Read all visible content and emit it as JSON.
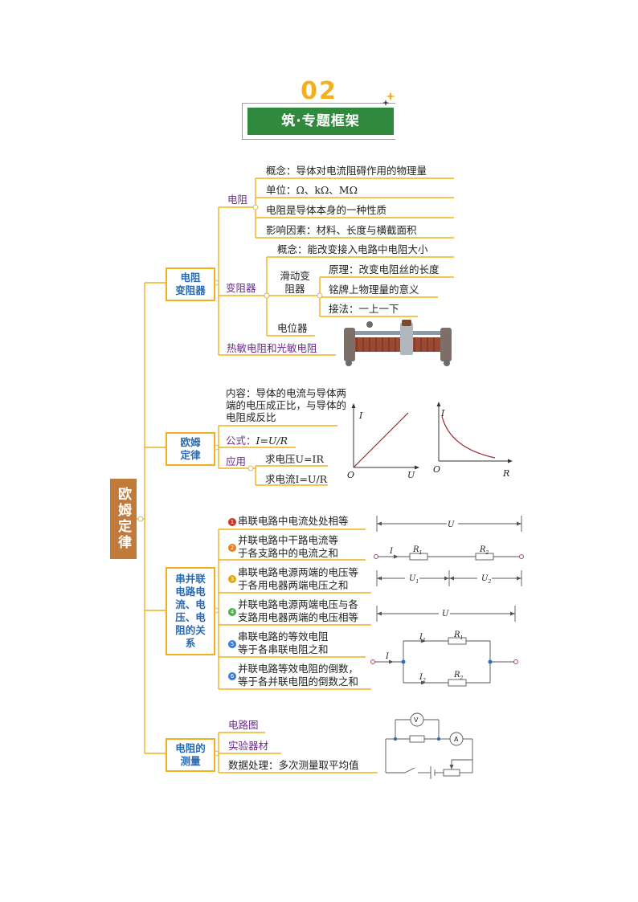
{
  "header": {
    "number": "02",
    "banner": "筑·专题框架"
  },
  "root": "欧姆定律",
  "branches": {
    "resistance": {
      "box": "电阻\n变阻器",
      "resistor": {
        "label": "电阻",
        "items": [
          "概念：导体对电流阻碍作用的物理量",
          "单位：Ω、kΩ、MΩ",
          "电阻是导体本身的一种性质",
          "影响因素：材料、长度与横截面积"
        ]
      },
      "rheostat": {
        "label": "变阻器",
        "concept": "概念：能改变接入电路中电阻大小",
        "slide": {
          "label": "滑动变\n阻器",
          "items": [
            "原理：改变电阻丝的长度",
            "铭牌上物理量的意义",
            "接法：一上一下"
          ]
        },
        "pot": "电位器"
      },
      "thermal": "热敏电阻和光敏电阻"
    },
    "ohm": {
      "box": "欧姆\n定律",
      "content": "内容：导体的电流与导体两端的电压成正比，与导体的电阻成反比",
      "formula_label": "公式：",
      "formula": "I=U/R",
      "apply_label": "应用",
      "apply_items": [
        "求电压U=IR",
        "求电流I=U/R"
      ]
    },
    "series_parallel": {
      "box": "串并联\n电路电\n流、电\n压、电\n阻的关\n系",
      "items": [
        {
          "n": "1",
          "text": "串联电路中电流处处相等",
          "color": "#c0392b"
        },
        {
          "n": "2",
          "text": "并联电路中干路电流等\n于各支路中的电流之和",
          "color": "#e67e22"
        },
        {
          "n": "3",
          "text": "串联电路电源两端的电压等\n于各用电器两端电压之和",
          "color": "#e0a800"
        },
        {
          "n": "4",
          "text": "并联电路电源两端电压与各\n支路用电器两端的电压相等",
          "color": "#4caf50"
        },
        {
          "n": "5",
          "text": "串联电路的等效电阻\n等于各串联电阻之和",
          "color": "#3a7bd5"
        },
        {
          "n": "6",
          "text": "并联电路等效电阻的倒数，\n等于各并联电阻的倒数之和",
          "color": "#3a7bd5"
        }
      ]
    },
    "measure": {
      "box": "电阻的\n测量",
      "items": [
        "电路图",
        "实验器材",
        "数据处理：多次测量取平均值"
      ]
    }
  },
  "graphs": {
    "g1": {
      "y": "I",
      "x": "U",
      "o": "O"
    },
    "g2": {
      "y": "I",
      "x": "R",
      "o": "O"
    }
  },
  "circuits": {
    "U": "U",
    "U1": "U",
    "U1sub": "1",
    "U2": "U",
    "U2sub": "2",
    "R1": "R",
    "R1sub": "1",
    "R2": "R",
    "R2sub": "2",
    "I": "I",
    "I1": "I",
    "I1sub": "1",
    "I2": "I",
    "I2sub": "2",
    "V": "V",
    "A": "A"
  },
  "colors": {
    "line": "#f2b01e",
    "box_text": "#2a6ab3",
    "root_bg": "#c27a3a",
    "banner_bg": "#2f8a3e",
    "number": "#f2b01e"
  }
}
